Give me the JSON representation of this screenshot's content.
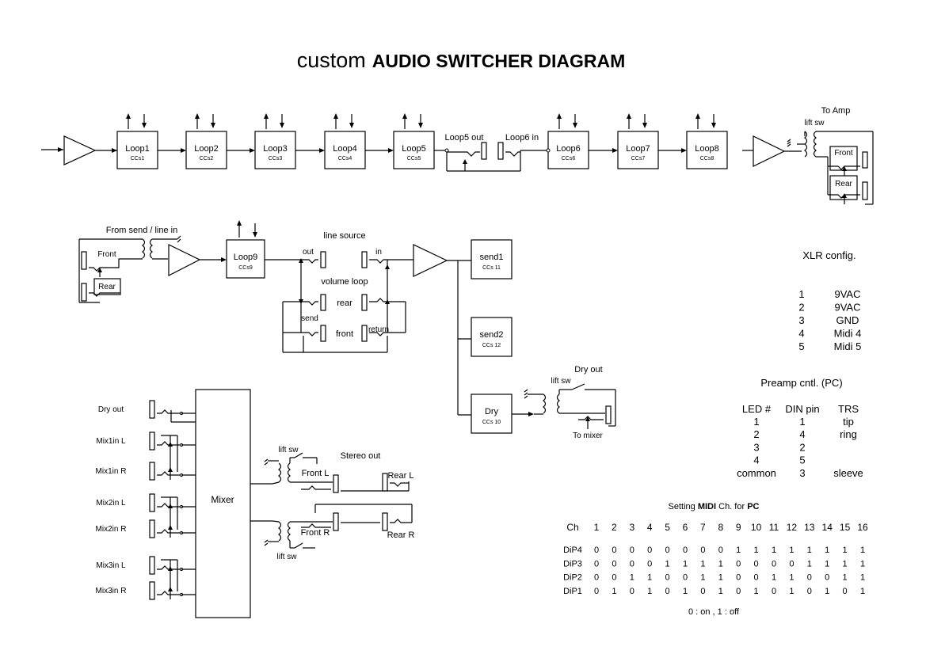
{
  "title": {
    "light": "custom",
    "bold": "AUDIO SWITCHER  DIAGRAM"
  },
  "loops_top": [
    {
      "name": "Loop1",
      "cc": "CCs1"
    },
    {
      "name": "Loop2",
      "cc": "CCs2"
    },
    {
      "name": "Loop3",
      "cc": "CCs3"
    },
    {
      "name": "Loop4",
      "cc": "CCs4"
    },
    {
      "name": "Loop5",
      "cc": "CCs5"
    },
    {
      "name": "Loop6",
      "cc": "CCs6"
    },
    {
      "name": "Loop7",
      "cc": "CCs7"
    },
    {
      "name": "Loop8",
      "cc": "CCs8"
    }
  ],
  "loop9": {
    "name": "Loop9",
    "cc": "CCs9"
  },
  "sends": [
    {
      "name": "send1",
      "cc": "CCs 11"
    },
    {
      "name": "send2",
      "cc": "CCs 12"
    },
    {
      "name": "Dry",
      "cc": "CCs 10"
    }
  ],
  "labels": {
    "loop5_out": "Loop5 out",
    "loop6_in": "Loop6 in",
    "to_amp": "To Amp",
    "lift_sw": "lift sw",
    "front": "Front",
    "rear": "Rear",
    "from_send": "From send / line in",
    "line_source": "line source",
    "out": "out",
    "in": "in",
    "volume_loop": "volume loop",
    "rear_lc": "rear",
    "send_lc": "send",
    "front_lc": "front",
    "return_lc": "return",
    "dry_out": "Dry out",
    "to_mixer": "To mixer",
    "mixer": "Mixer",
    "stereo_out": "Stereo out",
    "front_l": "Front L",
    "rear_l": "Rear L",
    "front_r": "Front R",
    "rear_r": "Rear R"
  },
  "mixer_inputs": [
    "Dry out",
    "Mix1in L",
    "Mix1in R",
    "Mix2in L",
    "Mix2in R",
    "Mix3in L",
    "Mix3in R"
  ],
  "xlr": {
    "title": "XLR config.",
    "rows": [
      {
        "pin": "1",
        "value": "9VAC"
      },
      {
        "pin": "2",
        "value": "9VAC"
      },
      {
        "pin": "3",
        "value": "GND"
      },
      {
        "pin": "4",
        "value": "Midi 4"
      },
      {
        "pin": "5",
        "value": "Midi 5"
      }
    ]
  },
  "preamp": {
    "title": "Preamp cntl. (PC)",
    "headers": [
      "LED #",
      "DIN pin",
      "TRS"
    ],
    "rows": [
      [
        "1",
        "1",
        "tip"
      ],
      [
        "2",
        "4",
        "ring"
      ],
      [
        "3",
        "2",
        ""
      ],
      [
        "4",
        "5",
        ""
      ],
      [
        "common",
        "3",
        "sleeve"
      ]
    ]
  },
  "midi": {
    "title_pre": "Setting ",
    "title_b1": "MIDI",
    "title_mid": " Ch. for ",
    "title_b2": "PC",
    "ch_label": "Ch",
    "channels": [
      "1",
      "2",
      "3",
      "4",
      "5",
      "6",
      "7",
      "8",
      "9",
      "10",
      "11",
      "12",
      "13",
      "14",
      "15",
      "16"
    ],
    "rows": [
      {
        "label": "DiP4",
        "values": [
          "0",
          "0",
          "0",
          "0",
          "0",
          "0",
          "0",
          "0",
          "1",
          "1",
          "1",
          "1",
          "1",
          "1",
          "1",
          "1"
        ]
      },
      {
        "label": "DiP3",
        "values": [
          "0",
          "0",
          "0",
          "0",
          "1",
          "1",
          "1",
          "1",
          "0",
          "0",
          "0",
          "0",
          "1",
          "1",
          "1",
          "1"
        ]
      },
      {
        "label": "DiP2",
        "values": [
          "0",
          "0",
          "1",
          "1",
          "0",
          "0",
          "1",
          "1",
          "0",
          "0",
          "1",
          "1",
          "0",
          "0",
          "1",
          "1"
        ]
      },
      {
        "label": "DiP1",
        "values": [
          "0",
          "1",
          "0",
          "1",
          "0",
          "1",
          "0",
          "1",
          "0",
          "1",
          "0",
          "1",
          "0",
          "1",
          "0",
          "1"
        ]
      }
    ],
    "legend": "0 : on , 1 : off"
  }
}
